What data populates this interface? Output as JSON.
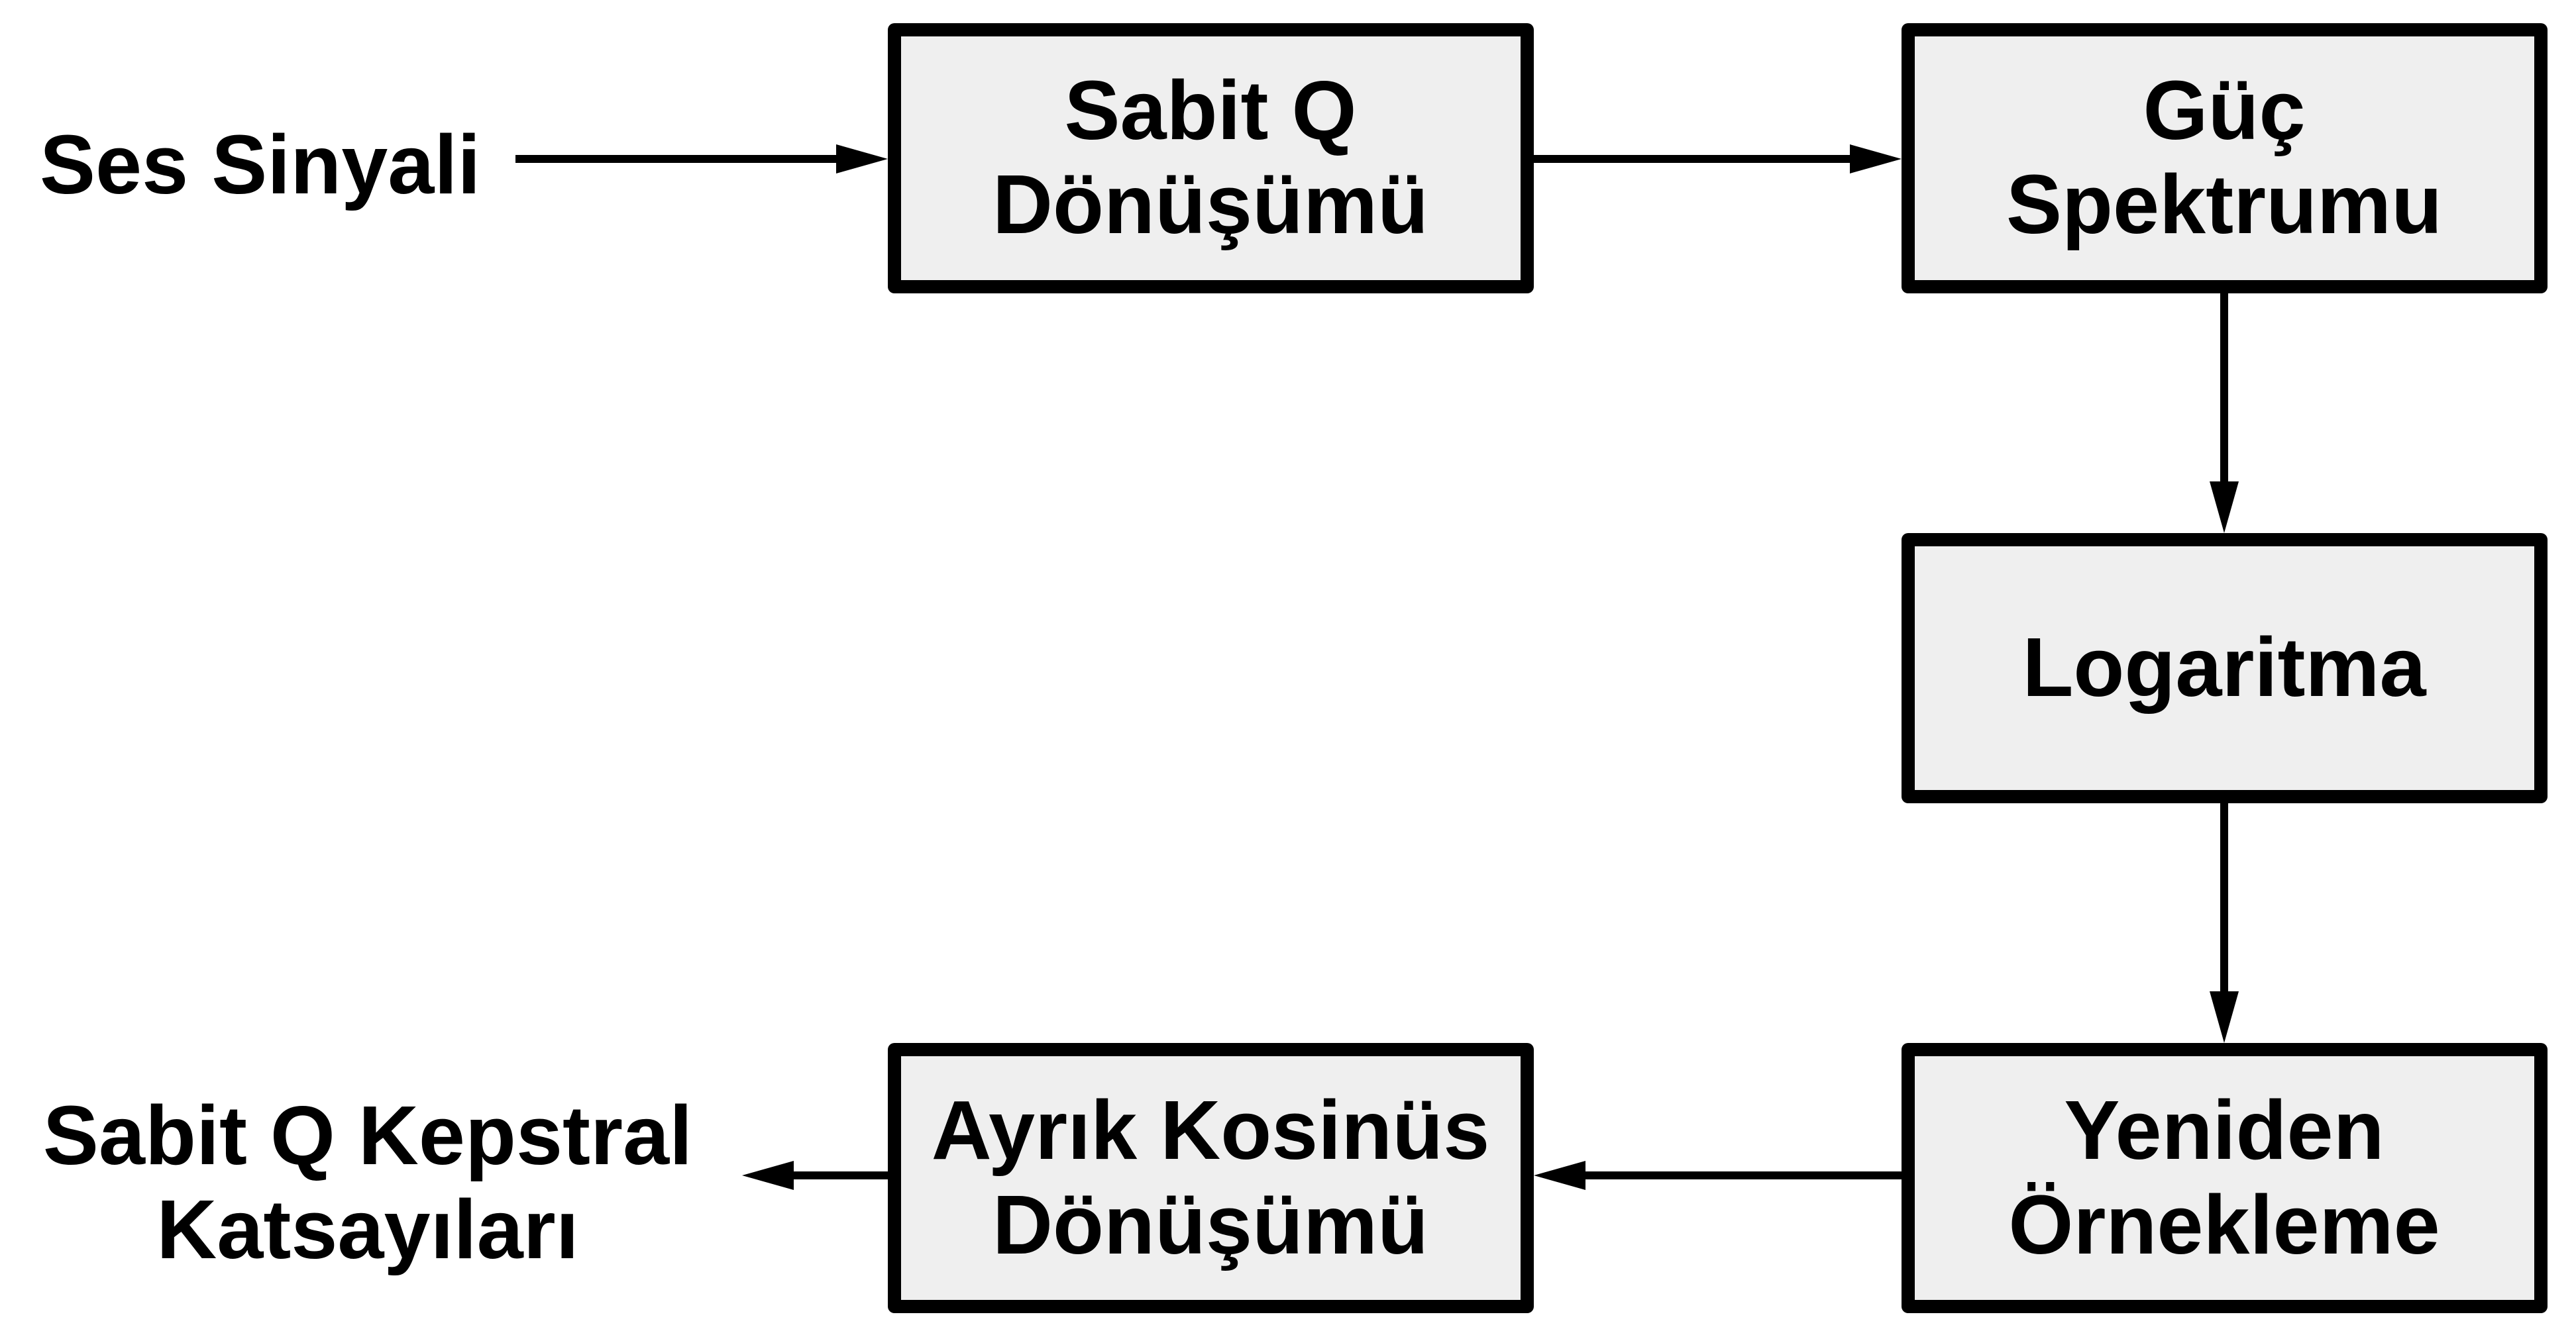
{
  "colors": {
    "box_fill": "#efefef",
    "stroke": "#000000",
    "background": "#ffffff"
  },
  "input_label": "Ses Sinyali",
  "output_label": {
    "line1": "Sabit Q Kepstral",
    "line2": "Katsayıları"
  },
  "boxes": {
    "cqt": {
      "line1": "Sabit Q",
      "line2": "Dönüşümü"
    },
    "power_spectrum": {
      "line1": "Güç",
      "line2": "Spektrumu"
    },
    "logarithm": {
      "line1": "Logaritma"
    },
    "resampling": {
      "line1": "Yeniden",
      "line2": "Örnekleme"
    },
    "dct": {
      "line1": "Ayrık Kosinüs",
      "line2": "Dönüşümü"
    }
  },
  "flow": [
    "input_label",
    "cqt",
    "power_spectrum",
    "logarithm",
    "resampling",
    "dct",
    "output_label"
  ]
}
